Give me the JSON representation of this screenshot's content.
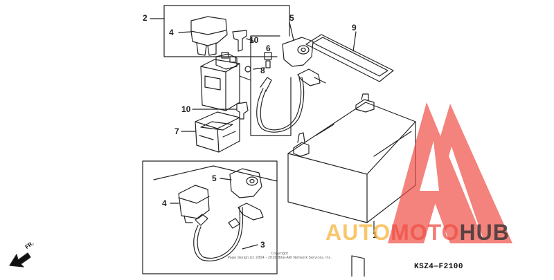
{
  "diagram": {
    "callouts": [
      {
        "id": "c2",
        "label": "2"
      },
      {
        "id": "c4a",
        "label": "4"
      },
      {
        "id": "c10a",
        "label": "10"
      },
      {
        "id": "c6",
        "label": "6"
      },
      {
        "id": "c8",
        "label": "8"
      },
      {
        "id": "c5a",
        "label": "5"
      },
      {
        "id": "c9",
        "label": "9"
      },
      {
        "id": "c10b",
        "label": "10"
      },
      {
        "id": "c7",
        "label": "7"
      },
      {
        "id": "c5b",
        "label": "5"
      },
      {
        "id": "c4b",
        "label": "4"
      },
      {
        "id": "c3",
        "label": "3"
      },
      {
        "id": "c1",
        "label": "1"
      }
    ],
    "diagram_code": "KSZ4—F2100",
    "copyright_line1": "Copyright",
    "copyright_line2": "Page design (c) 2004 - 2016 Bike-ARI Network Services, Inc.",
    "front_marker": "FR."
  },
  "watermark": {
    "part1": "AUTO",
    "part2": "MOTO",
    "part3": "HUB",
    "colors": {
      "auto": "#f7b43b",
      "moto": "#ef4f45",
      "hub": "#333333",
      "triangle": "#ef4f45"
    }
  }
}
